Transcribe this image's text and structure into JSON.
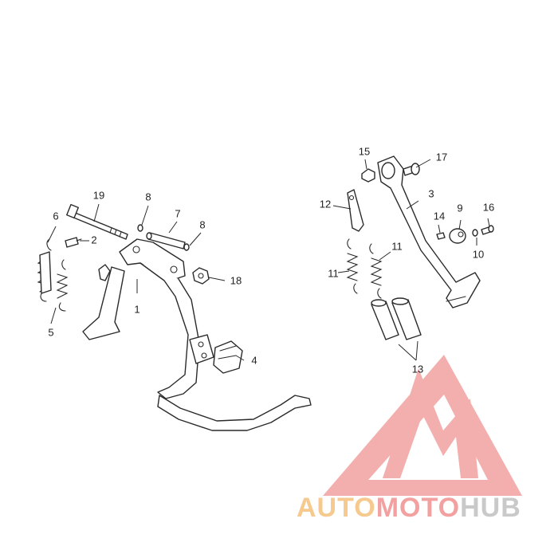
{
  "callouts": {
    "c1": "1",
    "c2": "2",
    "c3": "3",
    "c4": "4",
    "c5": "5",
    "c6": "6",
    "c7": "7",
    "c8a": "8",
    "c8b": "8",
    "c9": "9",
    "c10": "10",
    "c11a": "11",
    "c11b": "11",
    "c12": "12",
    "c13": "13",
    "c14": "14",
    "c15": "15",
    "c16": "16",
    "c17": "17",
    "c18": "18",
    "c19": "19"
  },
  "watermark": {
    "part1": "AUTO",
    "part2": "MOTO",
    "part3": "HUB",
    "color1": "#f6c98e",
    "color2": "#f2a0a0",
    "color3": "#c9c9c9"
  }
}
